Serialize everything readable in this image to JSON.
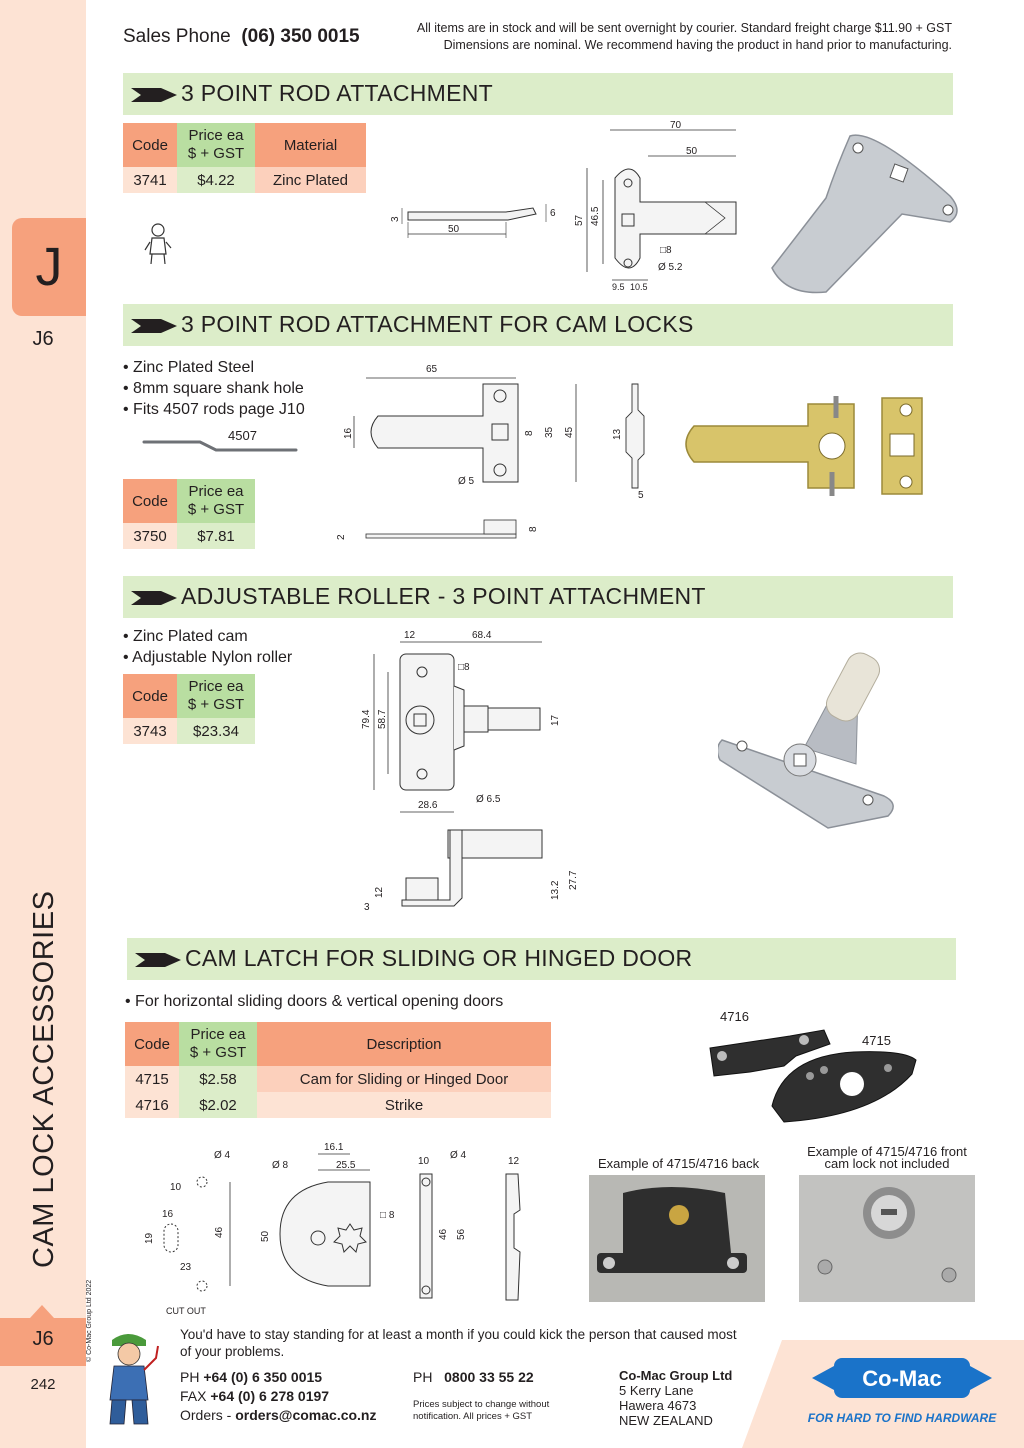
{
  "sidebar": {
    "letter": "J",
    "code_top": "J6",
    "code_bottom": "J6",
    "vertical_title": "CAM LOCK ACCESSORIES",
    "copyright": "© Co-Mac Group Ltd 2022",
    "page_number": "242"
  },
  "header": {
    "sales_label": "Sales Phone",
    "sales_phone": "(06) 350 0015",
    "note_line1": "All items are in stock and will be sent overnight by courier. Standard freight charge $11.90 + GST",
    "note_line2": "Dimensions are nominal. We recommend having the product in hand prior to manufacturing."
  },
  "sections": [
    {
      "title": "3 POINT ROD ATTACHMENT",
      "headers": {
        "code": "Code",
        "price1": "Price ea",
        "price2": "$ + GST",
        "material": "Material"
      },
      "rows": [
        {
          "code": "3741",
          "price": "$4.22",
          "material": "Zinc Plated"
        }
      ],
      "dims": {
        "d70": "70",
        "d50a": "50",
        "d50b": "50",
        "d57": "57",
        "d465": "46.5",
        "d3": "3",
        "d6": "6",
        "sq8": "□8",
        "dia52": "Ø 5.2",
        "d95": "9.5",
        "d105": "10.5"
      }
    },
    {
      "title": "3 POINT ROD ATTACHMENT FOR CAM LOCKS",
      "bullets": [
        "• Zinc Plated Steel",
        "• 8mm square shank hole",
        "• Fits 4507 rods page J10"
      ],
      "rod_label": "4507",
      "headers": {
        "code": "Code",
        "price1": "Price ea",
        "price2": "$ + GST"
      },
      "rows": [
        {
          "code": "3750",
          "price": "$7.81"
        }
      ],
      "dims": {
        "d65": "65",
        "d16": "16",
        "d8": "8",
        "d35": "35",
        "d45": "45",
        "dia5": "Ø 5",
        "d13": "13",
        "d5": "5",
        "d2": "2",
        "d8b": "8"
      }
    },
    {
      "title": "ADJUSTABLE ROLLER - 3 POINT ATTACHMENT",
      "bullets": [
        "• Zinc Plated cam",
        "• Adjustable Nylon roller"
      ],
      "headers": {
        "code": "Code",
        "price1": "Price ea",
        "price2": "$ + GST"
      },
      "rows": [
        {
          "code": "3743",
          "price": "$23.34"
        }
      ],
      "dims": {
        "d12": "12",
        "d684": "68.4",
        "sq8": "□8",
        "d794": "79.4",
        "d587": "58.7",
        "d17": "17",
        "d286": "28.6",
        "dia65": "Ø 6.5",
        "d12b": "12",
        "d3": "3",
        "d132": "13.2",
        "d277": "27.7"
      }
    },
    {
      "title": "CAM LATCH FOR SLIDING OR HINGED DOOR",
      "bullets": [
        "• For horizontal sliding doors & vertical opening doors"
      ],
      "headers": {
        "code": "Code",
        "price1": "Price ea",
        "price2": "$ + GST",
        "description": "Description"
      },
      "rows": [
        {
          "code": "4715",
          "price": "$2.58",
          "description": "Cam for Sliding or Hinged Door"
        },
        {
          "code": "4716",
          "price": "$2.02",
          "description": "Strike"
        }
      ],
      "labels": {
        "p4716": "4716",
        "p4715": "4715",
        "back": "Example of 4715/4716 back",
        "front1": "Example of 4715/4716 front",
        "front2": "cam lock not included"
      },
      "dims": {
        "dia4a": "Ø 4",
        "d10": "10",
        "d16": "16",
        "d19": "19",
        "d23": "23",
        "d46a": "46",
        "cutout": "CUT OUT",
        "dia8": "Ø 8",
        "d161": "16.1",
        "d255": "25.5",
        "d50": "50",
        "sq8": "□ 8",
        "d10b": "10",
        "dia4b": "Ø 4",
        "d46b": "46",
        "d56": "56",
        "d12": "12"
      }
    }
  ],
  "footer": {
    "quote": "You'd have to stay standing for at least a month if you could kick the person that caused most of your problems.",
    "ph_label": "PH",
    "ph": "+64 (0) 6 350 0015",
    "fax_label": "FAX",
    "fax": "+64 (0) 6 278 0197",
    "orders_label": "Orders -",
    "orders_email": "orders@comac.co.nz",
    "ph2_label": "PH",
    "ph2": "0800 33 55 22",
    "prices_note1": "Prices subject to change without",
    "prices_note2": "notification. All prices + GST",
    "company": "Co-Mac Group Ltd",
    "addr1": "5 Kerry Lane",
    "addr2": "Hawera 4673",
    "addr3": "NEW ZEALAND",
    "logo_text": "Co-Mac",
    "tagline": "FOR HARD TO FIND HARDWARE"
  },
  "colors": {
    "salmon": "#f6a17d",
    "green": "#dcedc9",
    "blue": "#1a73c9"
  }
}
